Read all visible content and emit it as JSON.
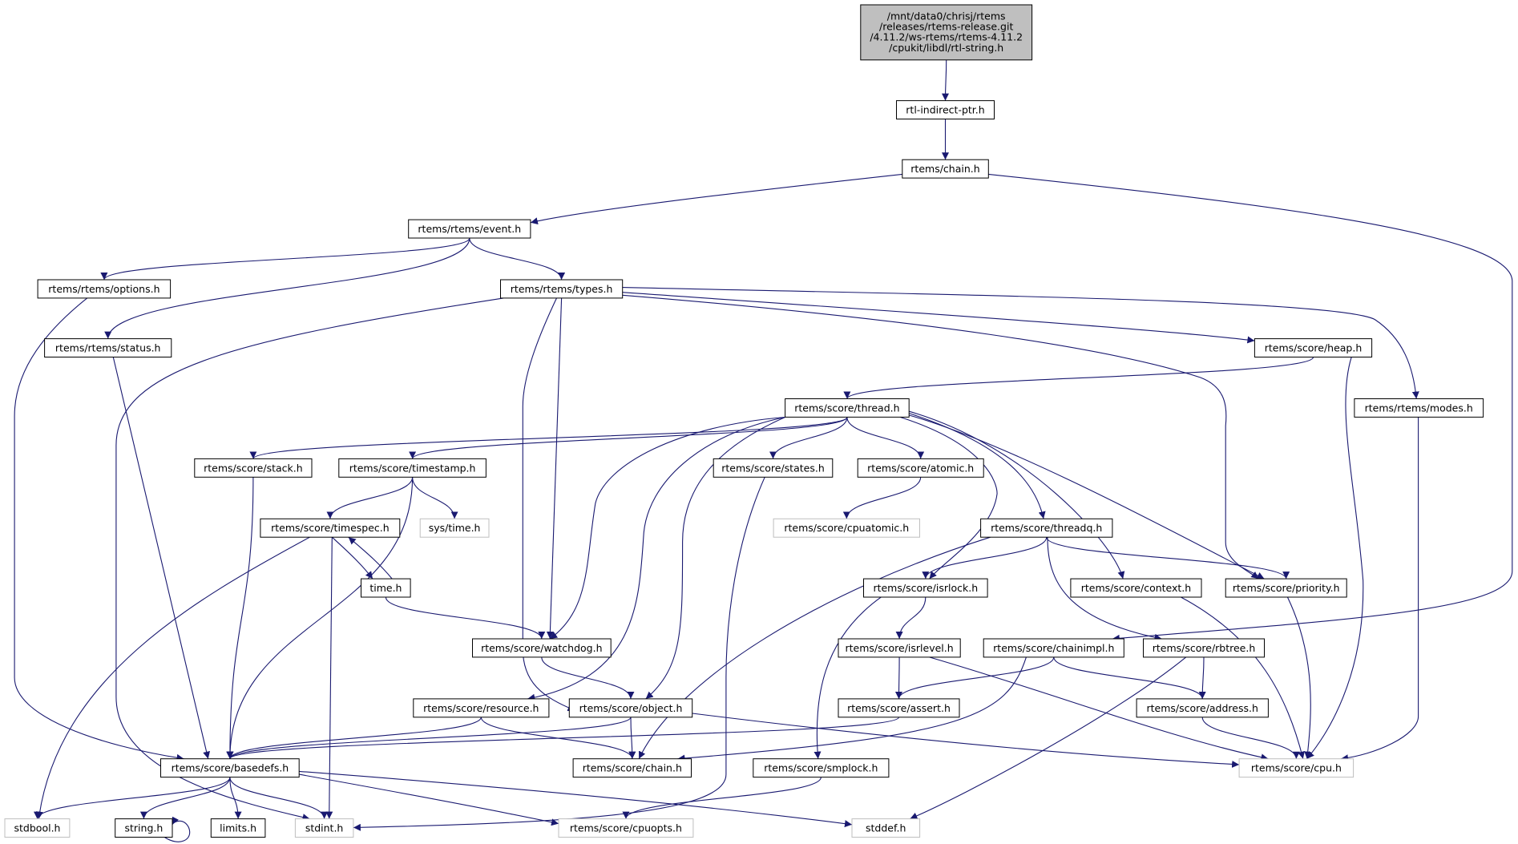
{
  "colors": {
    "edge": "#191970",
    "node_border": "#000000",
    "ghost_border": "#bfbfbf",
    "root_fill": "#bfbfbf",
    "node_fill": "#ffffff"
  },
  "nodes": [
    {
      "id": "root",
      "label_lines": [
        "/mnt/data0/chrisj/rtems",
        "/releases/rtems-release.git",
        "/4.11.2/ws-rtems/rtems-4.11.2",
        "/cpukit/libdl/rtl-string.h"
      ],
      "style": "root"
    },
    {
      "id": "indirect",
      "label": "rtl-indirect-ptr.h",
      "style": "normal"
    },
    {
      "id": "chain",
      "label": "rtems/chain.h",
      "style": "normal"
    },
    {
      "id": "event",
      "label": "rtems/rtems/event.h",
      "style": "normal"
    },
    {
      "id": "options",
      "label": "rtems/rtems/options.h",
      "style": "normal"
    },
    {
      "id": "types",
      "label": "rtems/rtems/types.h",
      "style": "normal"
    },
    {
      "id": "status",
      "label": "rtems/rtems/status.h",
      "style": "normal"
    },
    {
      "id": "heap",
      "label": "rtems/score/heap.h",
      "style": "normal"
    },
    {
      "id": "modes",
      "label": "rtems/rtems/modes.h",
      "style": "normal"
    },
    {
      "id": "thread",
      "label": "rtems/score/thread.h",
      "style": "normal"
    },
    {
      "id": "stack",
      "label": "rtems/score/stack.h",
      "style": "normal"
    },
    {
      "id": "timestamp",
      "label": "rtems/score/timestamp.h",
      "style": "normal"
    },
    {
      "id": "states",
      "label": "rtems/score/states.h",
      "style": "normal"
    },
    {
      "id": "atomic",
      "label": "rtems/score/atomic.h",
      "style": "normal"
    },
    {
      "id": "timespec",
      "label": "rtems/score/timespec.h",
      "style": "normal"
    },
    {
      "id": "systime",
      "label": "sys/time.h",
      "style": "ghost"
    },
    {
      "id": "cpuatomic",
      "label": "rtems/score/cpuatomic.h",
      "style": "ghost"
    },
    {
      "id": "threadq",
      "label": "rtems/score/threadq.h",
      "style": "normal"
    },
    {
      "id": "timeh",
      "label": "time.h",
      "style": "normal"
    },
    {
      "id": "isrlock",
      "label": "rtems/score/isrlock.h",
      "style": "normal"
    },
    {
      "id": "context",
      "label": "rtems/score/context.h",
      "style": "normal"
    },
    {
      "id": "priority",
      "label": "rtems/score/priority.h",
      "style": "normal"
    },
    {
      "id": "watchdog",
      "label": "rtems/score/watchdog.h",
      "style": "normal"
    },
    {
      "id": "isrlevel",
      "label": "rtems/score/isrlevel.h",
      "style": "normal"
    },
    {
      "id": "chainimpl",
      "label": "rtems/score/chainimpl.h",
      "style": "normal"
    },
    {
      "id": "rbtree",
      "label": "rtems/score/rbtree.h",
      "style": "normal"
    },
    {
      "id": "resource",
      "label": "rtems/score/resource.h",
      "style": "normal"
    },
    {
      "id": "object",
      "label": "rtems/score/object.h",
      "style": "normal"
    },
    {
      "id": "assert",
      "label": "rtems/score/assert.h",
      "style": "normal"
    },
    {
      "id": "address",
      "label": "rtems/score/address.h",
      "style": "normal"
    },
    {
      "id": "basedefs",
      "label": "rtems/score/basedefs.h",
      "style": "normal"
    },
    {
      "id": "schain",
      "label": "rtems/score/chain.h",
      "style": "normal"
    },
    {
      "id": "smplock",
      "label": "rtems/score/smplock.h",
      "style": "normal"
    },
    {
      "id": "cpu",
      "label": "rtems/score/cpu.h",
      "style": "ghost"
    },
    {
      "id": "stdbool",
      "label": "stdbool.h",
      "style": "ghost"
    },
    {
      "id": "string",
      "label": "string.h",
      "style": "normal"
    },
    {
      "id": "limits",
      "label": "limits.h",
      "style": "normal"
    },
    {
      "id": "stdint",
      "label": "stdint.h",
      "style": "ghost"
    },
    {
      "id": "cpuopts",
      "label": "rtems/score/cpuopts.h",
      "style": "ghost"
    },
    {
      "id": "stddef",
      "label": "stddef.h",
      "style": "ghost"
    }
  ],
  "edges": [
    [
      "root",
      "indirect"
    ],
    [
      "indirect",
      "chain"
    ],
    [
      "chain",
      "event"
    ],
    [
      "chain",
      "chainimpl"
    ],
    [
      "event",
      "options"
    ],
    [
      "event",
      "types"
    ],
    [
      "event",
      "status"
    ],
    [
      "options",
      "basedefs"
    ],
    [
      "status",
      "basedefs"
    ],
    [
      "types",
      "heap"
    ],
    [
      "types",
      "modes"
    ],
    [
      "types",
      "priority"
    ],
    [
      "types",
      "watchdog"
    ],
    [
      "types",
      "object"
    ],
    [
      "types",
      "stdint"
    ],
    [
      "heap",
      "thread"
    ],
    [
      "heap",
      "cpu"
    ],
    [
      "modes",
      "cpu"
    ],
    [
      "thread",
      "stack"
    ],
    [
      "thread",
      "timestamp"
    ],
    [
      "thread",
      "states"
    ],
    [
      "thread",
      "atomic"
    ],
    [
      "thread",
      "threadq"
    ],
    [
      "thread",
      "isrlock"
    ],
    [
      "thread",
      "context"
    ],
    [
      "thread",
      "priority"
    ],
    [
      "thread",
      "watchdog"
    ],
    [
      "thread",
      "resource"
    ],
    [
      "thread",
      "object"
    ],
    [
      "stack",
      "basedefs"
    ],
    [
      "timestamp",
      "timespec"
    ],
    [
      "timestamp",
      "systime"
    ],
    [
      "timestamp",
      "basedefs"
    ],
    [
      "states",
      "stdint"
    ],
    [
      "atomic",
      "cpuatomic"
    ],
    [
      "timespec",
      "timeh"
    ],
    [
      "timespec",
      "stdbool"
    ],
    [
      "timespec",
      "stdint"
    ],
    [
      "timeh",
      "timespec"
    ],
    [
      "timeh",
      "watchdog"
    ],
    [
      "threadq",
      "isrlock"
    ],
    [
      "threadq",
      "priority"
    ],
    [
      "threadq",
      "rbtree"
    ],
    [
      "threadq",
      "schain"
    ],
    [
      "isrlock",
      "isrlevel"
    ],
    [
      "isrlock",
      "smplock"
    ],
    [
      "context",
      "cpu"
    ],
    [
      "priority",
      "cpu"
    ],
    [
      "watchdog",
      "object"
    ],
    [
      "isrlevel",
      "assert"
    ],
    [
      "isrlevel",
      "cpu"
    ],
    [
      "chainimpl",
      "assert"
    ],
    [
      "chainimpl",
      "address"
    ],
    [
      "chainimpl",
      "schain"
    ],
    [
      "rbtree",
      "address"
    ],
    [
      "rbtree",
      "stddef"
    ],
    [
      "resource",
      "basedefs"
    ],
    [
      "resource",
      "schain"
    ],
    [
      "object",
      "basedefs"
    ],
    [
      "object",
      "schain"
    ],
    [
      "object",
      "cpu"
    ],
    [
      "assert",
      "basedefs"
    ],
    [
      "address",
      "cpu"
    ],
    [
      "smplock",
      "cpuopts"
    ],
    [
      "basedefs",
      "stdbool"
    ],
    [
      "basedefs",
      "string"
    ],
    [
      "basedefs",
      "limits"
    ],
    [
      "basedefs",
      "stdint"
    ],
    [
      "basedefs",
      "cpuopts"
    ],
    [
      "basedefs",
      "stddef"
    ],
    [
      "string",
      "string"
    ]
  ]
}
